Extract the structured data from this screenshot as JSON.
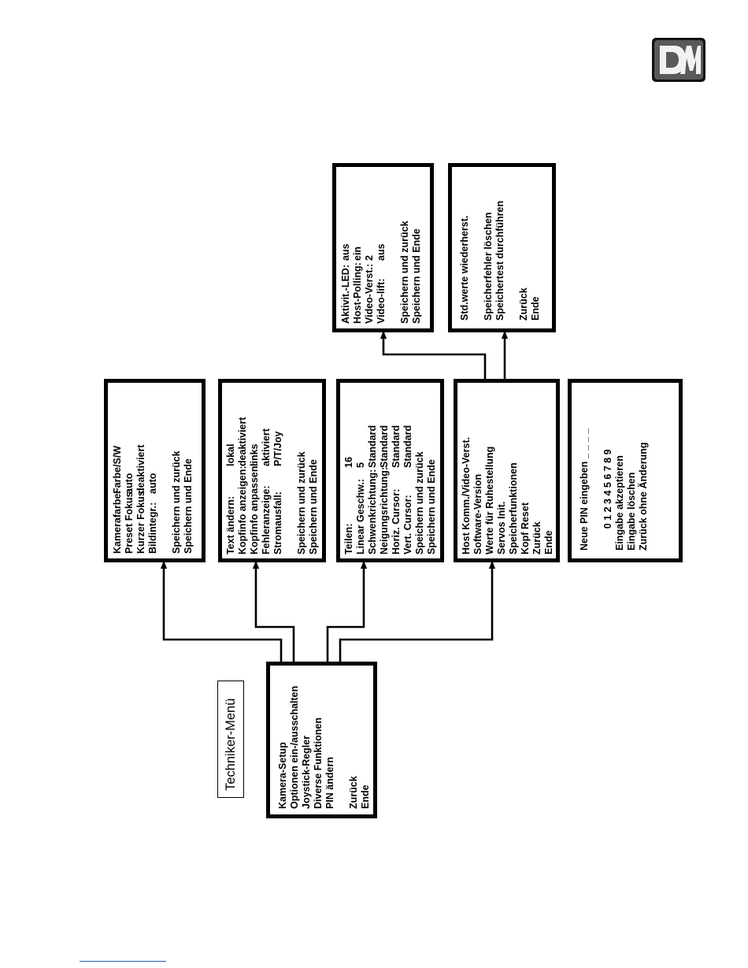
{
  "title": "Techniker-Menü",
  "logo": {
    "icon": "dm-logo-icon",
    "color": "#1a1a1a"
  },
  "menus": {
    "main": {
      "lines": [
        {
          "k": "Kamera-Setup"
        },
        {
          "k": "Optionen ein-/ausschalten"
        },
        {
          "k": "Joystick-Regler"
        },
        {
          "k": "Diverse Funktionen"
        },
        {
          "k": "PIN ändern"
        },
        {
          "k": ""
        },
        {
          "k": "Zurück"
        },
        {
          "k": "Ende"
        }
      ]
    },
    "camera": {
      "lines": [
        {
          "k": "Kamerafarbe:",
          "v": "Farbe/S/W"
        },
        {
          "k": "Preset Fokus:",
          "v": "auto"
        },
        {
          "k": "Kurzer Fokus:",
          "v": "deaktiviert"
        },
        {
          "k": "Bildintegr.:",
          "v": "auto"
        },
        {
          "k": ""
        },
        {
          "k": "Speichern und zurück"
        },
        {
          "k": "Speichern und Ende"
        }
      ]
    },
    "options": {
      "lines": [
        {
          "k": "Text ändern:",
          "v": "lokal"
        },
        {
          "k": "Kopfinfo anzeigen:",
          "v": "deaktiviert"
        },
        {
          "k": "Kopfinfo anpassen:",
          "v": "links"
        },
        {
          "k": "Fehleranzeige:",
          "v": "aktiviert"
        },
        {
          "k": "Stromausfall:",
          "v": "P/T/Joy"
        },
        {
          "k": ""
        },
        {
          "k": "Speichern und zurück"
        },
        {
          "k": "Speichern und Ende"
        }
      ]
    },
    "joystick": {
      "lines": [
        {
          "k": "Teilen:",
          "v": "16"
        },
        {
          "k": "Linear Geschw.:",
          "v": "5"
        },
        {
          "k": "Schwenkrichtung:",
          "v": "Standard"
        },
        {
          "k": "Neigungsrichtung:",
          "v": "Standard"
        },
        {
          "k": "Horiz. Cursor:",
          "v": "Standard"
        },
        {
          "k": "Vert. Cursor:",
          "v": "Standard"
        },
        {
          "k": "Speichern und zurück"
        },
        {
          "k": "Speichern und Ende"
        }
      ]
    },
    "diverse": {
      "lines": [
        {
          "k": "Host Komm./Video-Verst."
        },
        {
          "k": "Software-Version"
        },
        {
          "k": "Werte für Ruhestellung"
        },
        {
          "k": "Servos Init."
        },
        {
          "k": "Speicherfunktionen"
        },
        {
          "k": "Kopf Reset"
        },
        {
          "k": "Zurück"
        },
        {
          "k": "Ende"
        }
      ]
    },
    "pin": {
      "lines": [
        {
          "k": "Neue PIN eingeben _ _ _ _"
        },
        {
          "k": ""
        },
        {
          "k": "        0 1 2 3 4 5 6 7 8 9"
        },
        {
          "k": "Eingabe akzeptieren"
        },
        {
          "k": "Eingabe löschen"
        },
        {
          "k": "Zurück ohne Änderung"
        }
      ]
    },
    "host": {
      "lines": [
        {
          "k": "Aktivit.-LED:",
          "v": "aus"
        },
        {
          "k": "Host-Polling:",
          "v": "ein"
        },
        {
          "k": "Video-Verst.:",
          "v": "2"
        },
        {
          "k": "Video-lift:",
          "v": "aus"
        },
        {
          "k": ""
        },
        {
          "k": "Speichern und zurück"
        },
        {
          "k": "Speichern und Ende"
        }
      ]
    },
    "memory": {
      "lines": [
        {
          "k": "Std.werte wiederherst."
        },
        {
          "k": ""
        },
        {
          "k": "Speicherfehler löschen"
        },
        {
          "k": "Speichertest durchführen"
        },
        {
          "k": ""
        },
        {
          "k": "Zurück"
        },
        {
          "k": "Ende"
        }
      ]
    }
  }
}
